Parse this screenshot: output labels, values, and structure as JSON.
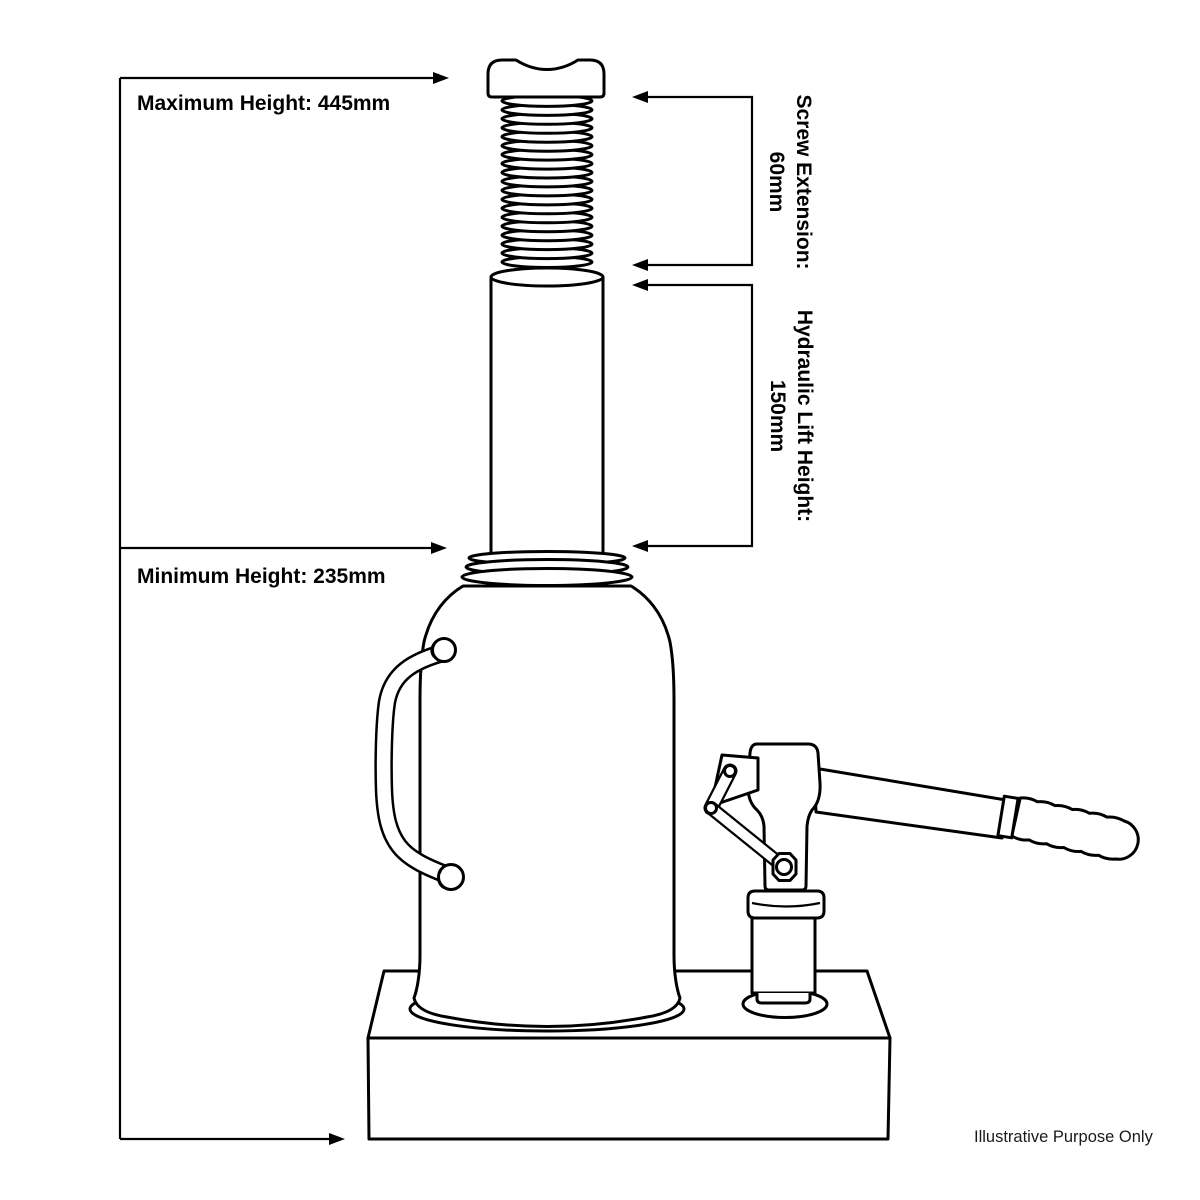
{
  "labels": {
    "max_height": "Maximum Height: 445mm",
    "min_height": "Minimum Height: 235mm",
    "screw_extension": {
      "line1": "Screw Extension:",
      "line2": "60mm"
    },
    "hydraulic_lift": {
      "line1": "Hydraulic Lift Height:",
      "line2": "150mm"
    },
    "disclaimer": "Illustrative Purpose Only"
  },
  "colors": {
    "line": "#000000",
    "background": "#ffffff"
  }
}
